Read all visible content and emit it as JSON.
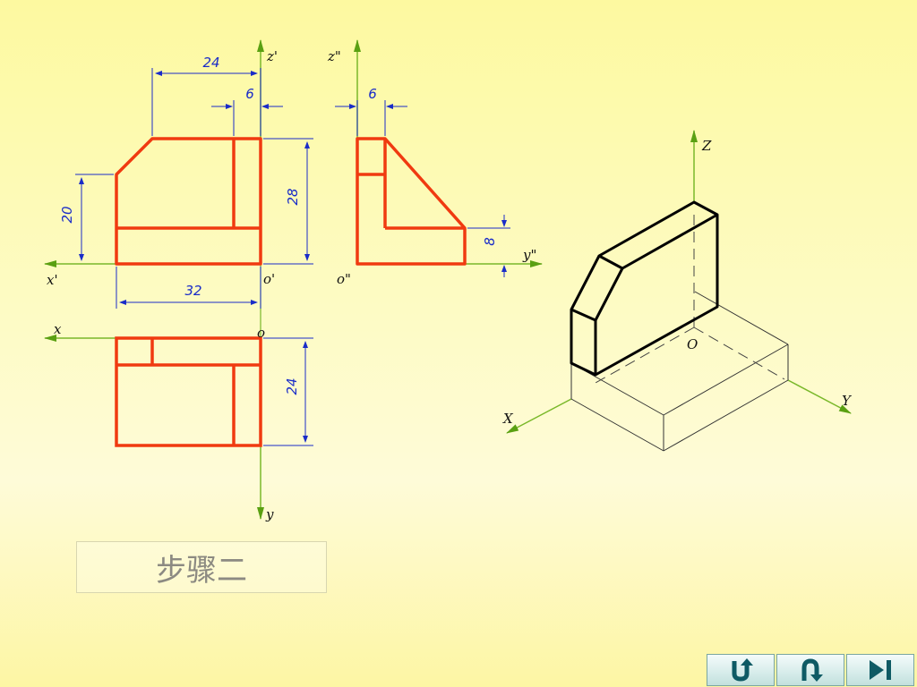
{
  "step_label": "步骤二",
  "dimensions": {
    "top_width": "24",
    "notch_width": "6",
    "left_height": "20",
    "total_height": "28",
    "base_width": "32",
    "side_notch": "6",
    "side_height": "8",
    "plan_depth": "24"
  },
  "axis_labels": {
    "front_z": "z'",
    "front_x": "x'",
    "front_o": "o'",
    "side_z": "z\"",
    "side_y": "y\"",
    "side_o": "o\"",
    "plan_x": "x",
    "plan_o": "o",
    "plan_y": "y",
    "iso_z": "Z",
    "iso_x": "X",
    "iso_y": "Y",
    "iso_o": "O"
  },
  "colors": {
    "object": "#f03a10",
    "dimension": "#1a2cc8",
    "axis": "#7ab82a",
    "iso_solid": "#000000",
    "iso_hidden": "#444444"
  },
  "nav": {
    "buttons": [
      {
        "name": "return-button",
        "icon": "return-arrow-icon"
      },
      {
        "name": "back-button",
        "icon": "u-turn-icon"
      },
      {
        "name": "end-button",
        "icon": "skip-end-icon"
      }
    ]
  }
}
